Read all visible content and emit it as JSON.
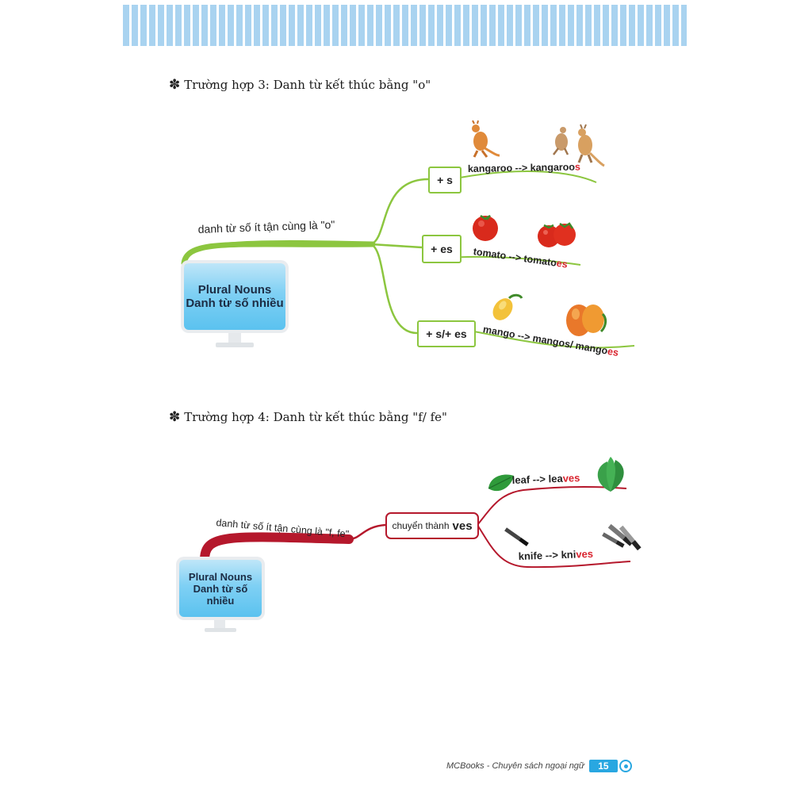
{
  "section3": {
    "bullet": "✽",
    "heading": "Trường hợp 3: Danh từ kết thúc bằng \"o\"",
    "main_node": {
      "line1": "Plural Nouns",
      "line2": "Danh từ số nhiều"
    },
    "branch_label": "danh từ số ít tận cùng là \"o\"",
    "branches": [
      {
        "rule": "+ s",
        "base": "kangaroo",
        "arrow": " --> ",
        "plural_stem": "kangaroo",
        "plural_ending": "s",
        "icon": "kangaroo-icon"
      },
      {
        "rule": "+ es",
        "base": "tomato",
        "arrow": " --> ",
        "plural_stem": "tomato",
        "plural_ending": "es",
        "icon": "tomato-icon"
      },
      {
        "rule": "+ s/+ es",
        "base": "mango",
        "arrow": " --> ",
        "plural_stem": "mangos/ mango",
        "plural_ending": "es",
        "icon": "mango-icon"
      }
    ],
    "line_color": "#8cc63f"
  },
  "section4": {
    "bullet": "✽",
    "heading": "Trường hợp 4: Danh từ kết thúc bằng \"f/ fe\"",
    "main_node": {
      "line1": "Plural Nouns",
      "line2": "Danh từ số nhiều"
    },
    "branch_label": "danh từ số ít tận cùng là \"f, fe\"",
    "rule_prefix": "chuyển thành",
    "rule_ending": "ves",
    "branches": [
      {
        "base": "leaf",
        "arrow": " --> ",
        "plural_stem": "lea",
        "plural_ending": "ves",
        "icon": "leaf-icon"
      },
      {
        "base": "knife",
        "arrow": " --> ",
        "plural_stem": "kni",
        "plural_ending": "ves",
        "icon": "knife-icon"
      }
    ],
    "line_color": "#b5182c"
  },
  "footer": {
    "publisher": "MCBooks - Chuyên sách ngoại ngữ",
    "page": "15"
  },
  "colors": {
    "stripe": "#a9d3f0",
    "accent": "#29a7e1",
    "highlight": "#d9232e"
  }
}
